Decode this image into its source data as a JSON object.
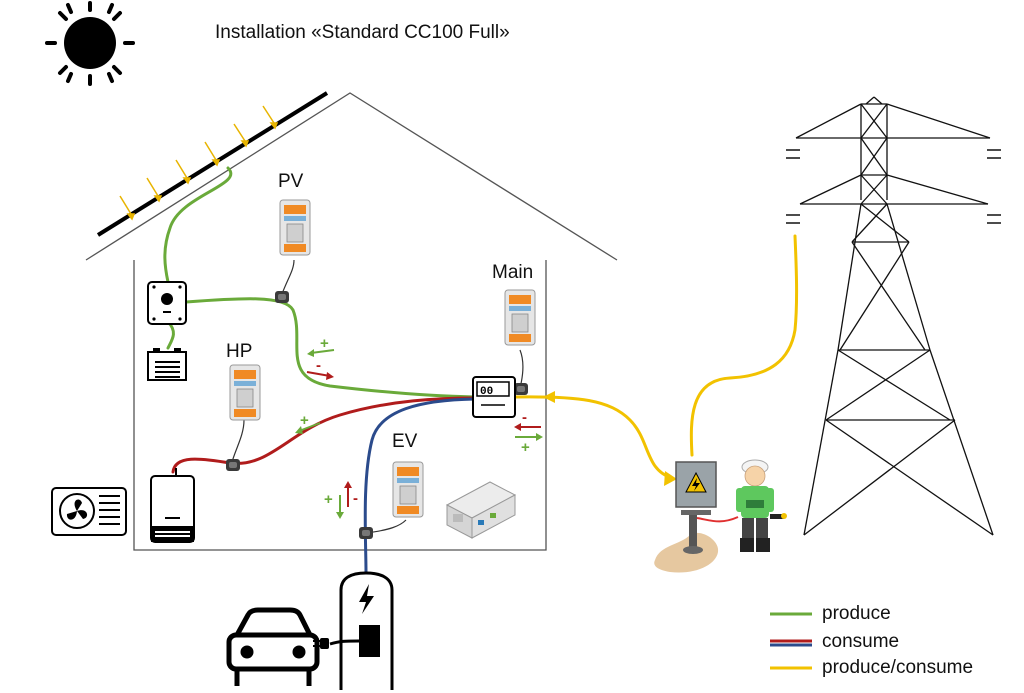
{
  "title": "Installation «Standard CC100 Full»",
  "meters": {
    "pv": "PV",
    "hp": "HP",
    "main": "Main",
    "ev": "EV"
  },
  "main_meter_display": "00",
  "signs": {
    "plus": "+",
    "minus": "-"
  },
  "legend": [
    {
      "label": "produce",
      "color": "#6aaa3a"
    },
    {
      "label": "consume",
      "color": "#b01c1c",
      "color2": "#2b4b8c"
    },
    {
      "label": "produce/consume",
      "color": "#f2c200"
    }
  ],
  "colors": {
    "produce": "#6aaa3a",
    "consume_red": "#b01c1c",
    "consume_blue": "#2b4b8c",
    "produce_consume": "#f2c200",
    "sun_ray": "#e8b400"
  }
}
